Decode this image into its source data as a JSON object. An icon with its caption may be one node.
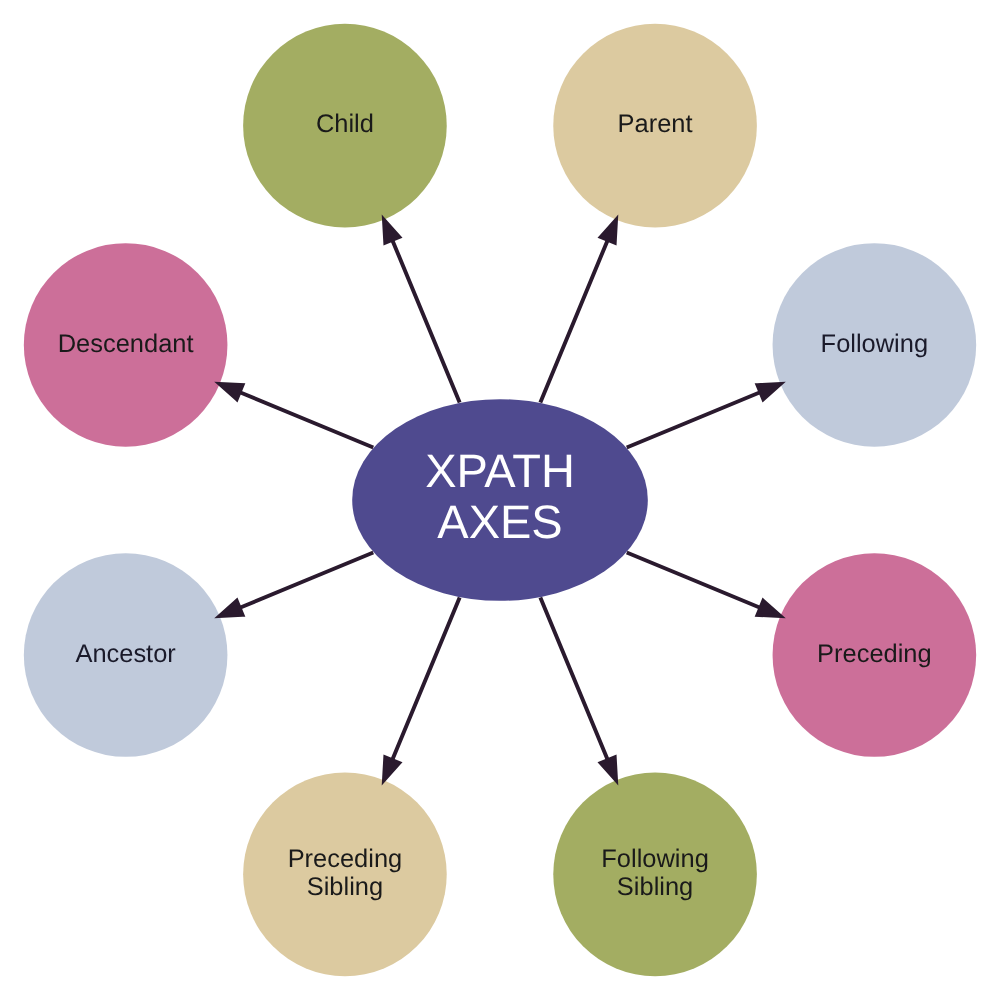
{
  "diagram": {
    "nodes": [
      {
        "text": [
          "Child"
        ]
      },
      {
        "text": [
          "Parent"
        ]
      },
      {
        "text": [
          "Descendant"
        ]
      },
      {
        "text": [
          "Following"
        ]
      },
      {
        "text": [
          "XPATH AXES"
        ]
      },
      {
        "text": [
          "Ancestor"
        ]
      },
      {
        "text": [
          "Preceding"
        ]
      },
      {
        "text": [
          "Following Sibling"
        ]
      },
      {
        "text": [
          "Preceding Sibling"
        ]
      }
    ],
    "edges": [
      {
        "from": 4,
        "to": 0,
        "arrow": "to"
      },
      {
        "from": 4,
        "to": 1,
        "arrow": "to"
      },
      {
        "from": 4,
        "to": 3,
        "arrow": "to"
      },
      {
        "from": 4,
        "to": 6,
        "arrow": "to"
      },
      {
        "from": 4,
        "to": 7,
        "arrow": "to"
      },
      {
        "from": 4,
        "to": 8,
        "arrow": "to"
      },
      {
        "from": 4,
        "to": 5,
        "arrow": "to"
      },
      {
        "from": 4,
        "to": 2,
        "arrow": "to"
      }
    ]
  }
}
